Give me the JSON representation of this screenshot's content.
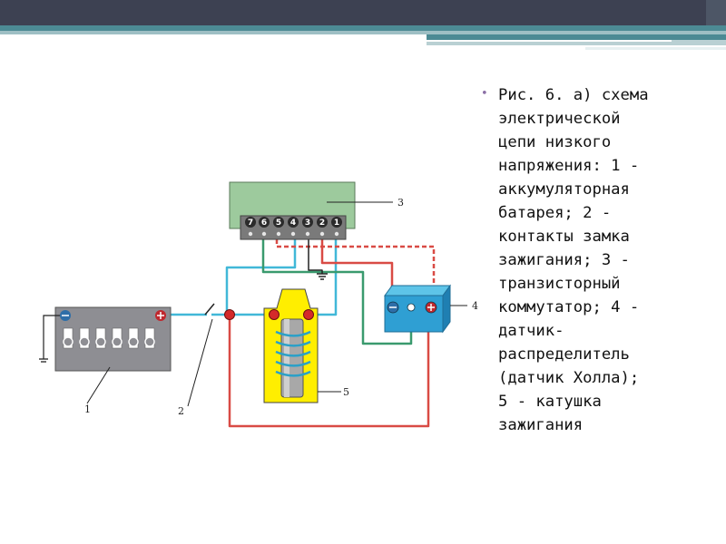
{
  "caption": {
    "bullet": "•",
    "text": "Рис. 6. а) схема\nэлектрической\nцепи низкого\nнапряжения: 1 -\nаккумуляторная\nбатарея; 2 -\nконтакты замка\nзажигания; 3 -\nтранзисторный\nкоммутатор; 4 -\nдатчик-\nраспределитель\n(датчик Холла);\n5 - катушка\nзажигания"
  },
  "diagram": {
    "labels": {
      "battery": "1",
      "switch": "2",
      "commutator": "3",
      "sensor": "4",
      "coil": "5"
    },
    "terminals": [
      "7",
      "6",
      "5",
      "4",
      "3",
      "2",
      "1"
    ],
    "colors": {
      "commutator_fill": "#9dca9d",
      "battery_fill": "#8e8e93",
      "sensor_fill": "#2f9fd3",
      "coil_fill": "#ffee00",
      "wire_red": "#d94b45",
      "wire_green": "#3a9a6e",
      "wire_blue": "#41b8d8",
      "terminal_red": "#c0282e",
      "terminal_blue": "#2e6ea8"
    },
    "icons": [
      "ground-icon",
      "minus-terminal-icon",
      "plus-terminal-icon"
    ]
  }
}
